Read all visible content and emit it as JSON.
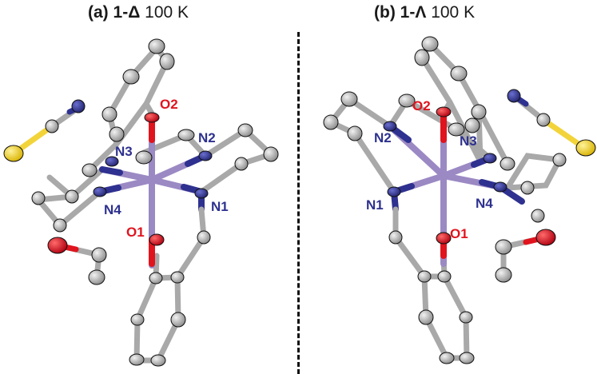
{
  "figure": {
    "panels": [
      {
        "id": "a",
        "tag": "(a)",
        "compound": "1-Δ",
        "temperature": "100 K",
        "atom_labels": {
          "O2": "O2",
          "N2": "N2",
          "N3": "N3",
          "N4": "N4",
          "N1": "N1",
          "O1": "O1"
        }
      },
      {
        "id": "b",
        "tag": "(b)",
        "compound": "1-Λ",
        "temperature": "100 K",
        "atom_labels": {
          "O2": "O2",
          "N2": "N2",
          "N3": "N3",
          "N4": "N4",
          "N1": "N1",
          "O1": "O1"
        }
      }
    ],
    "colors": {
      "oxygen": "#e0141e",
      "nitrogen": "#2e318f",
      "metal_bond": "#9b89c4",
      "carbon": "#a9a9a9",
      "sulfur": "#f2d43a",
      "divider": "#111111",
      "title": "#1a1a1a"
    }
  }
}
